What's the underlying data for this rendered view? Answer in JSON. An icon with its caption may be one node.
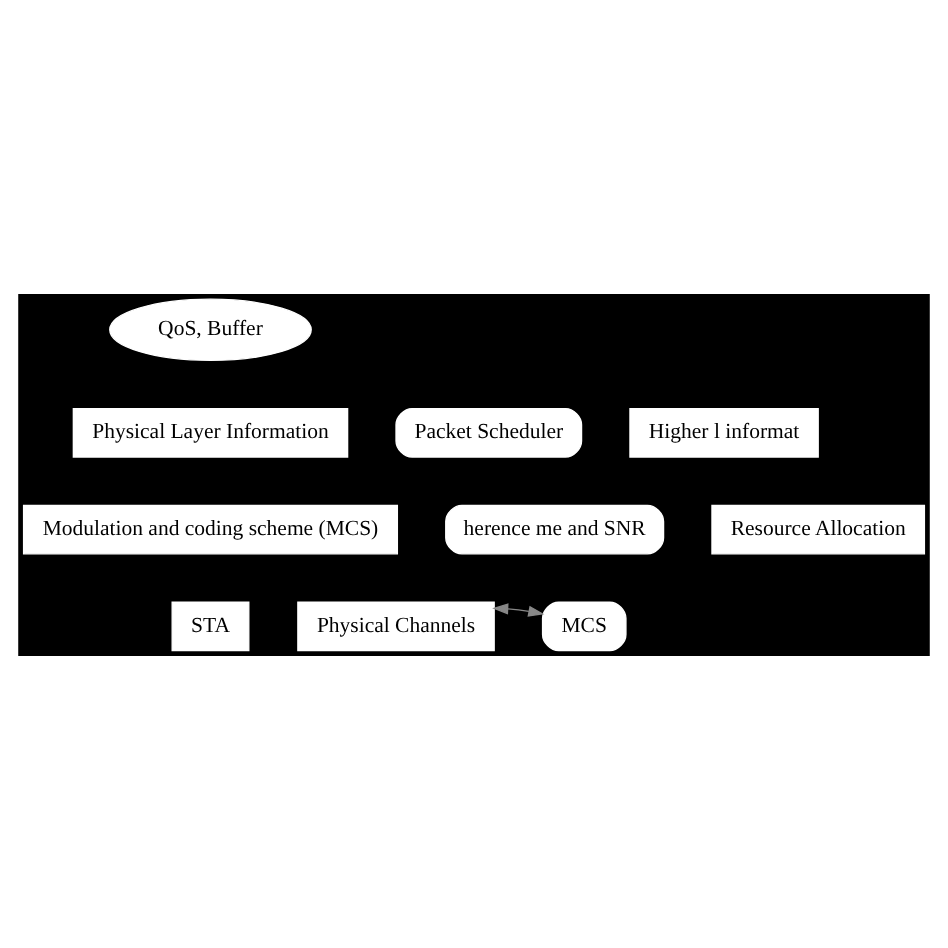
{
  "diagram": {
    "nodes": [
      {
        "text": [
          "QoS, Buffer"
        ]
      },
      {
        "text": [
          "Physical Layer Information"
        ]
      },
      {
        "text": [
          "Packet Scheduler"
        ]
      },
      {
        "text": [
          "Higher l informat"
        ]
      },
      {
        "text": [
          "Modulation and coding scheme (MCS)"
        ]
      },
      {
        "text": [
          "herence me and SNR"
        ]
      },
      {
        "text": [
          "Resource Allocation"
        ]
      },
      {
        "text": [
          "STA"
        ]
      },
      {
        "text": [
          "Physical Channels"
        ]
      },
      {
        "text": [
          "MCS"
        ]
      }
    ],
    "edges": [
      {
        "from": 9,
        "to": 8,
        "arrow": "both"
      }
    ]
  }
}
